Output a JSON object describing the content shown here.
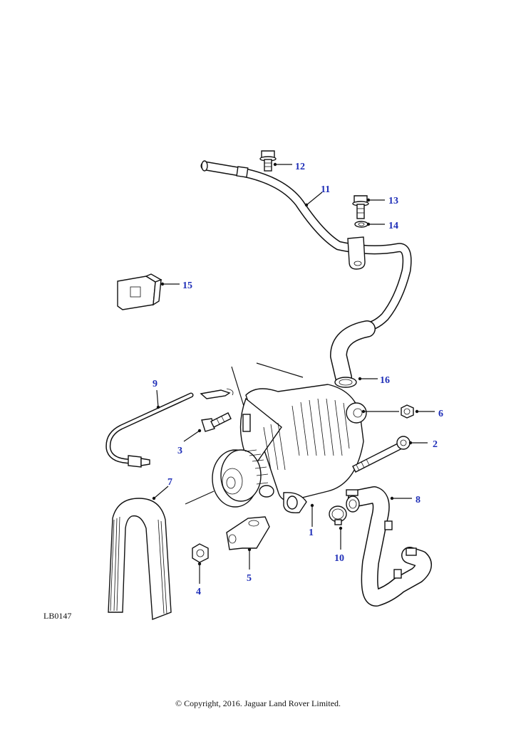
{
  "diagram_ref": "LB0147",
  "copyright": "© Copyright, 2016. Jaguar Land Rover Limited.",
  "callouts": {
    "c1": "1",
    "c2": "2",
    "c3": "3",
    "c4": "4",
    "c5": "5",
    "c6": "6",
    "c7": "7",
    "c8": "8",
    "c9": "9",
    "c10": "10",
    "c11": "11",
    "c12": "12",
    "c13": "13",
    "c14": "14",
    "c15": "15",
    "c16": "16"
  },
  "colors": {
    "callout": "#1f2fb8",
    "line": "#111111",
    "background": "#ffffff"
  }
}
